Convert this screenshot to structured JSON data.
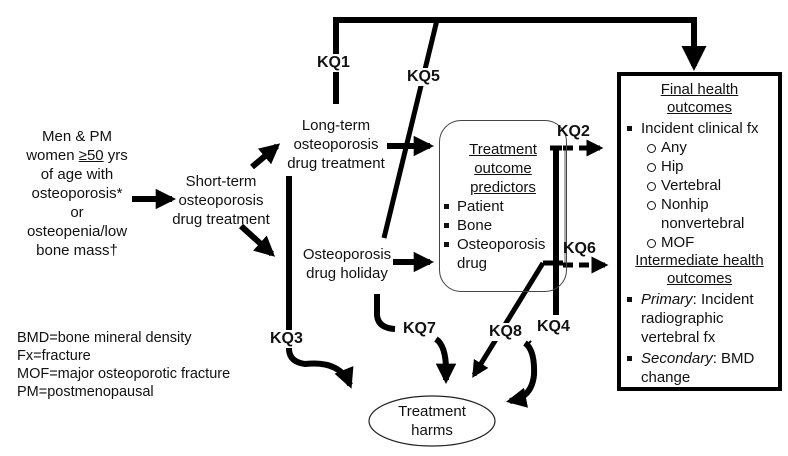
{
  "population": {
    "lines": [
      "Men & PM",
      "women ",
      "≥50",
      " yrs",
      "of age with",
      "osteoporosis*",
      "or",
      "osteopenia/low",
      "bone mass†"
    ]
  },
  "nodes": {
    "short_term": [
      "Short-term",
      "osteoporosis",
      "drug treatment"
    ],
    "long_term": [
      "Long-term",
      "osteoporosis",
      "drug treatment"
    ],
    "holiday": [
      "Osteoporosis",
      "drug holiday"
    ],
    "harms": [
      "Treatment",
      "harms"
    ]
  },
  "predictors": {
    "title": [
      "Treatment",
      "outcome",
      "predictors"
    ],
    "items": [
      "Patient",
      "Bone",
      "Osteoporosis drug"
    ]
  },
  "outcomes": {
    "final_title": [
      "Final health",
      "outcomes"
    ],
    "final_item": "Incident clinical fx",
    "final_subitems": [
      "Any",
      "Hip",
      "Vertebral",
      "Nonhip nonvertebral",
      "MOF"
    ],
    "intermediate_title": [
      "Intermediate health",
      "outcomes"
    ],
    "intermediate_items": [
      {
        "label_italic": "Primary",
        "text": ": Incident radiographic vertebral fx"
      },
      {
        "label_italic": "Secondary",
        "text": ": BMD change"
      }
    ]
  },
  "key_questions": {
    "kq1": "KQ1",
    "kq2": "KQ2",
    "kq3": "KQ3",
    "kq4": "KQ4",
    "kq5": "KQ5",
    "kq6": "KQ6",
    "kq7": "KQ7",
    "kq8": "KQ8"
  },
  "legend": [
    "BMD=bone mineral density",
    "Fx=fracture",
    "MOF=major osteoporotic fracture",
    "PM=postmenopausal"
  ],
  "colors": {
    "line": "#000000",
    "box_border_thin": "#444444",
    "text": "#111111"
  }
}
